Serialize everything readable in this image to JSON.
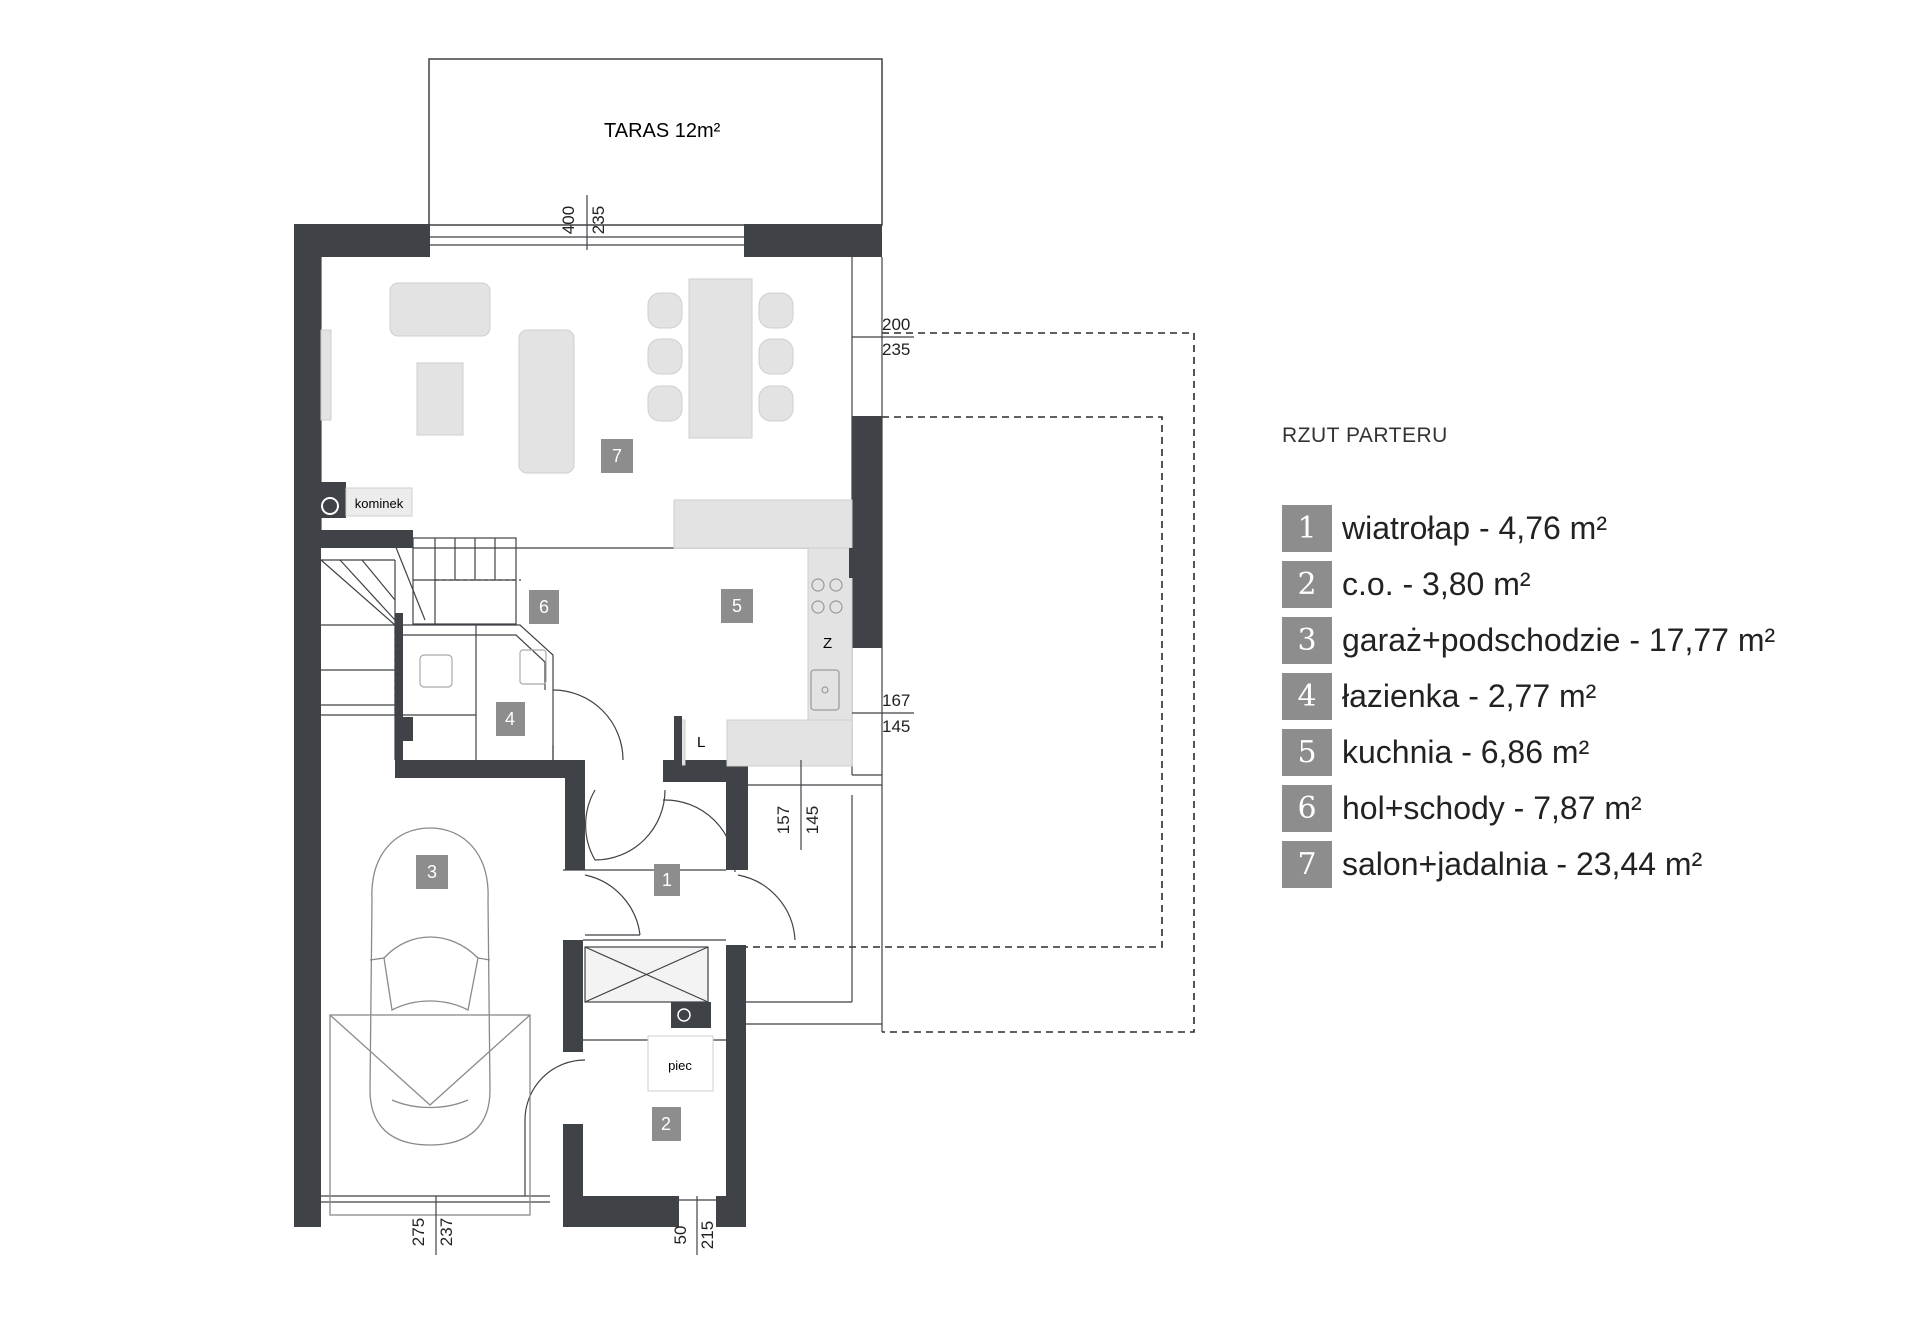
{
  "plan_title": "RZUT PARTERU",
  "rooms": [
    {
      "number": "1",
      "label": "wiatrołap - 4,76 m²"
    },
    {
      "number": "2",
      "label": "c.o. - 3,80 m²"
    },
    {
      "number": "3",
      "label": "garaż+podschodzie - 17,77 m²"
    },
    {
      "number": "4",
      "label": "łazienka - 2,77 m²"
    },
    {
      "number": "5",
      "label": "kuchnia - 6,86 m²"
    },
    {
      "number": "6",
      "label": "hol+schody - 7,87 m²"
    },
    {
      "number": "7",
      "label": "salon+jadalnia - 23,44 m²"
    }
  ],
  "plan_labels": {
    "terrace": "TARAS 12m²",
    "fireplace": "kominek",
    "furnace": "piec",
    "fridge_mark": "Z",
    "fridge_mark_2": "L"
  },
  "dimensions": {
    "top_a": "400",
    "top_b": "235",
    "right_upper_a": "200",
    "right_upper_b": "235",
    "right_lower_a": "167",
    "right_lower_b": "145",
    "mid_a": "157",
    "mid_b": "145",
    "bottom_left_a": "275",
    "bottom_left_b": "237",
    "bottom_right_a": "50",
    "bottom_right_b": "215"
  },
  "colors": {
    "wall": "#3f4247",
    "room_badge": "#8d8d8d",
    "furniture": "#e3e3e3"
  }
}
